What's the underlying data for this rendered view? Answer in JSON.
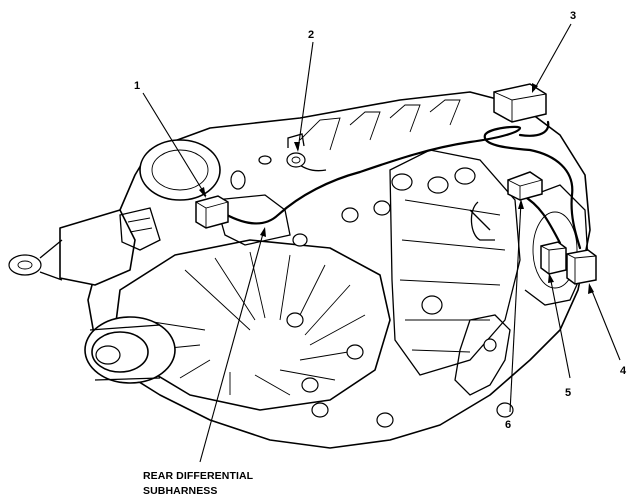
{
  "callouts": [
    {
      "id": "1",
      "label": "1"
    },
    {
      "id": "2",
      "label": "2"
    },
    {
      "id": "3",
      "label": "3"
    },
    {
      "id": "4",
      "label": "4"
    },
    {
      "id": "5",
      "label": "5"
    },
    {
      "id": "6",
      "label": "6"
    }
  ],
  "caption": {
    "line1": "REAR DIFFERENTIAL",
    "line2": "SUBHARNESS"
  }
}
